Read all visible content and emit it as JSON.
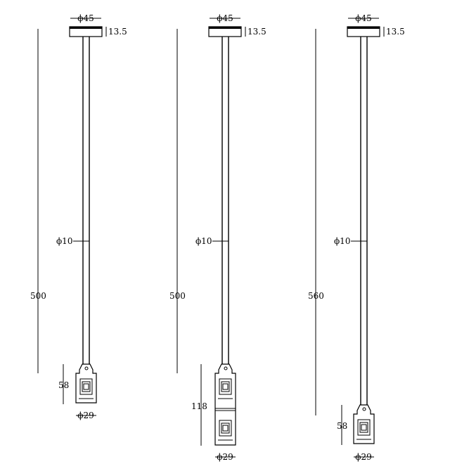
{
  "drawings": [
    {
      "canopy_diameter": "ϕ45",
      "canopy_height": "13.5",
      "rod_diameter": "ϕ10",
      "total_length": "500",
      "head_height": "58",
      "head_diameter": "ϕ29"
    },
    {
      "canopy_diameter": "ϕ45",
      "canopy_height": "13.5",
      "rod_diameter": "ϕ10",
      "total_length": "500",
      "head_height": "118",
      "head_diameter": "ϕ29"
    },
    {
      "canopy_diameter": "ϕ45",
      "canopy_height": "13.5",
      "rod_diameter": "ϕ10",
      "total_length": "560",
      "head_height": "58",
      "head_diameter": "ϕ29"
    }
  ]
}
